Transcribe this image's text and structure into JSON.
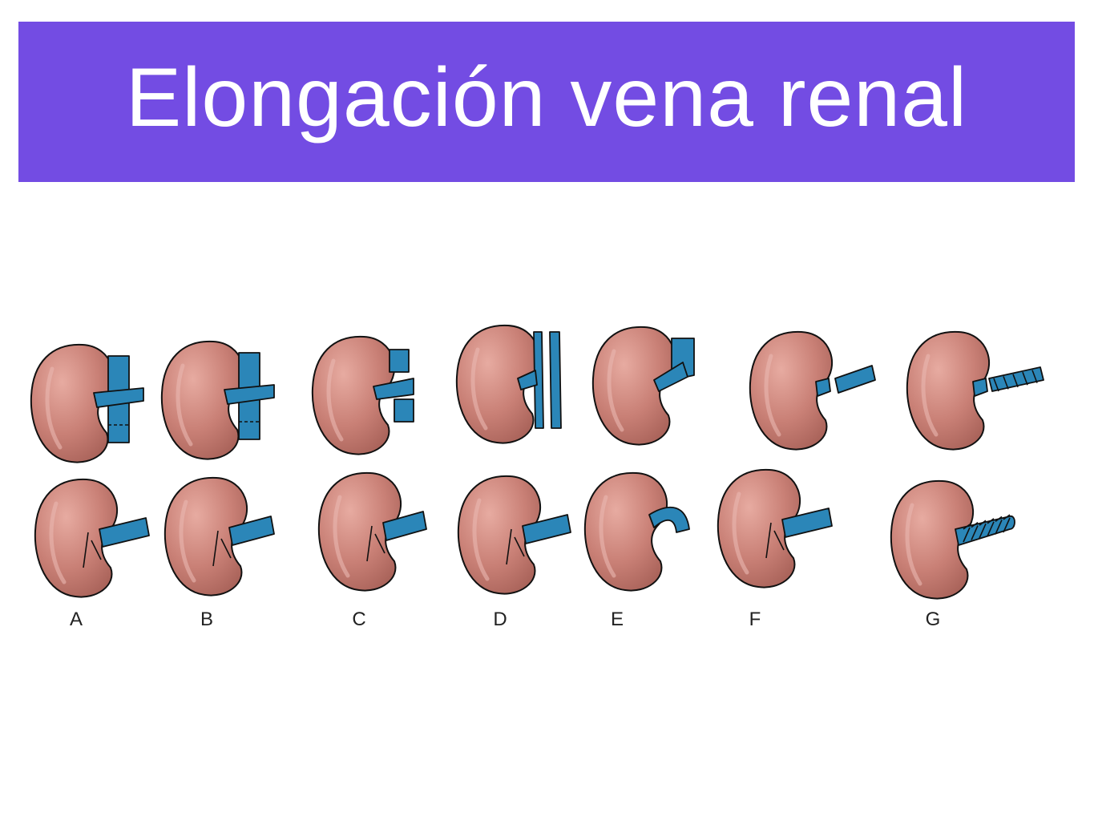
{
  "title": "Elongación vena renal",
  "labels": [
    "A",
    "B",
    "C",
    "D",
    "E",
    "F",
    "G"
  ],
  "colors": {
    "title_bar": "#734ce3",
    "kidney": "#c98076",
    "kidney_shadow": "#a55f56",
    "vein": "#2b86b8",
    "outline": "#111111"
  }
}
